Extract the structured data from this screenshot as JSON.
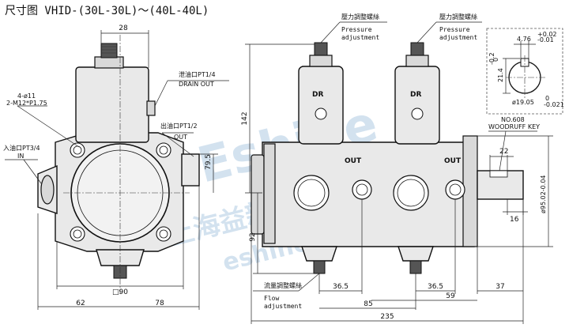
{
  "title": "尺寸图 VHID-(30L-30L)～(40L-40L)",
  "watermark": {
    "brand": "Eshine",
    "company": "上海益新机械有限公司",
    "url": "eshine.com.cn"
  },
  "front_view": {
    "dims": {
      "top_width": "28",
      "bolt_holes_line1": "4-ø11",
      "bolt_holes_line2": "2-M12*P1.75",
      "inlet_port_line1": "入油口PT3/4",
      "inlet_port_line2": "IN",
      "drain_line1": "泄油口PT1/4",
      "drain_line2": "DRAIN OUT",
      "outlet_line1": "出油口PT1/2",
      "outlet_line2": "OUT",
      "right_offset": "79.5",
      "total_height": "142",
      "base_square": "□90",
      "left_width": "62",
      "right_width": "78"
    }
  },
  "side_view": {
    "pressure_left": {
      "cn": "壓力調整螺絲",
      "line1": "Pressure",
      "line2": "adjustment"
    },
    "pressure_right": {
      "cn": "壓力調整螺絲",
      "line1": "Pressure",
      "line2": "adjustment"
    },
    "dr_left": "DR",
    "dr_right": "DR",
    "out_left": "OUT",
    "out_right": "OUT",
    "flow": {
      "cn": "流量調整螺絲",
      "line1": "Flow",
      "line2": "adjustment"
    },
    "dims": {
      "height_left": "92",
      "spacing_left": "36.5",
      "spacing_right": "36.5",
      "center_85": "85",
      "center_59": "59",
      "shaft_37": "37",
      "overall": "235"
    }
  },
  "shaft_detail": {
    "key_width": "4.76",
    "key_width_tol_upper": "+0.02",
    "key_width_tol_lower": "-0.01",
    "key_height": "21.4",
    "key_height_tol_upper": "0",
    "key_height_tol_lower": "-0.2",
    "shaft_dia": "ø19.05",
    "shaft_dia_tol_upper": "0",
    "shaft_dia_tol_lower": "-0.021",
    "key_spec_line1": "NO.608",
    "key_spec_line2": "WOODRUFF KEY",
    "dim_22": "22",
    "dim_16": "16",
    "pilot_dia": "ø95.02-0.04"
  }
}
